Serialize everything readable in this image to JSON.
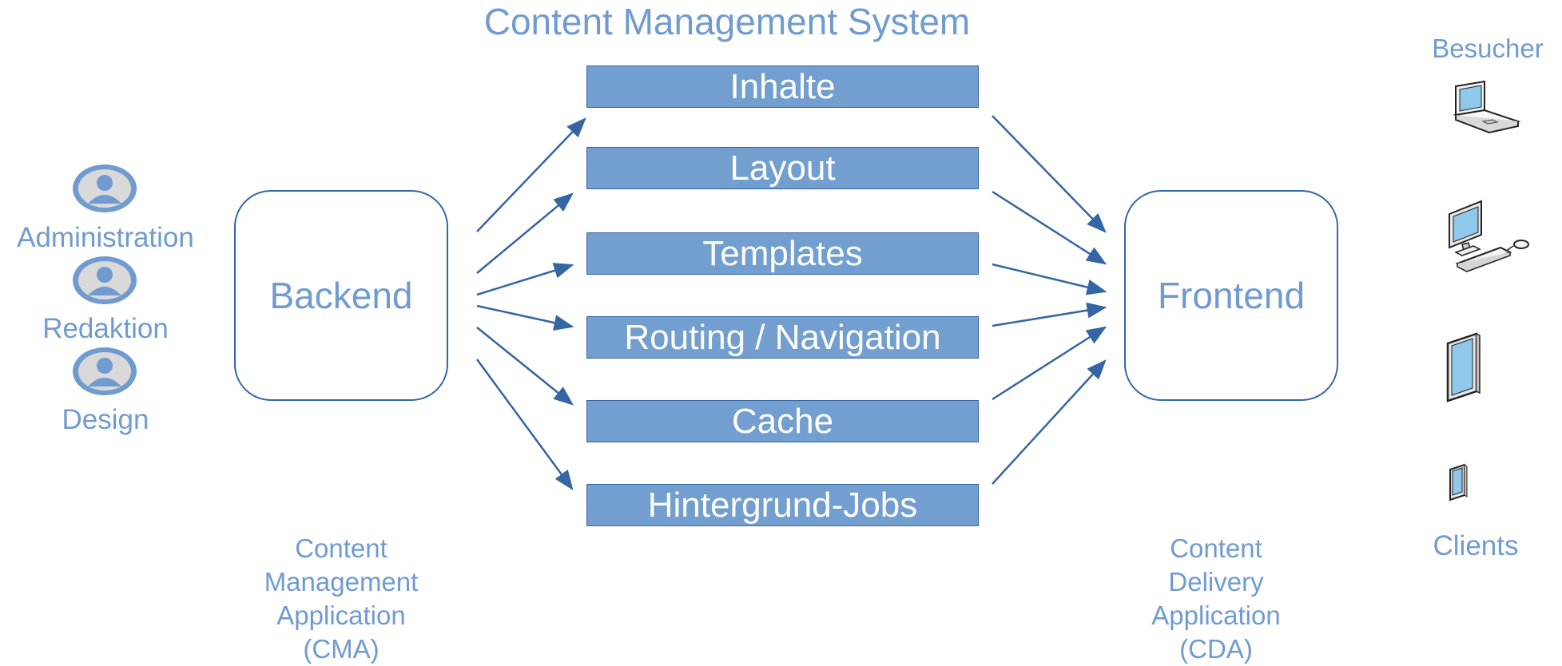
{
  "title": "Content Management System",
  "roles": [
    {
      "label": "Administration",
      "icon": "user-avatar-icon"
    },
    {
      "label": "Redaktion",
      "icon": "user-avatar-icon"
    },
    {
      "label": "Design",
      "icon": "user-avatar-icon"
    }
  ],
  "backend": {
    "label": "Backend",
    "caption": [
      "Content",
      "Management",
      "Application",
      "(CMA)"
    ]
  },
  "frontend": {
    "label": "Frontend",
    "caption": [
      "Content",
      "Delivery",
      "Application",
      "(CDA)"
    ]
  },
  "components": [
    "Inhalte",
    "Layout",
    "Templates",
    "Routing / Navigation",
    "Cache",
    "Hintergrund-Jobs"
  ],
  "visitors_label": "Besucher",
  "clients_label": "Clients",
  "devices": [
    "laptop-icon",
    "desktop-computer-icon",
    "tablet-icon",
    "smartphone-icon"
  ],
  "colors": {
    "text": "#6f9bd0",
    "bar_fill": "#729fcf",
    "arrow": "#3465a4",
    "box_border": "#3366aa"
  }
}
